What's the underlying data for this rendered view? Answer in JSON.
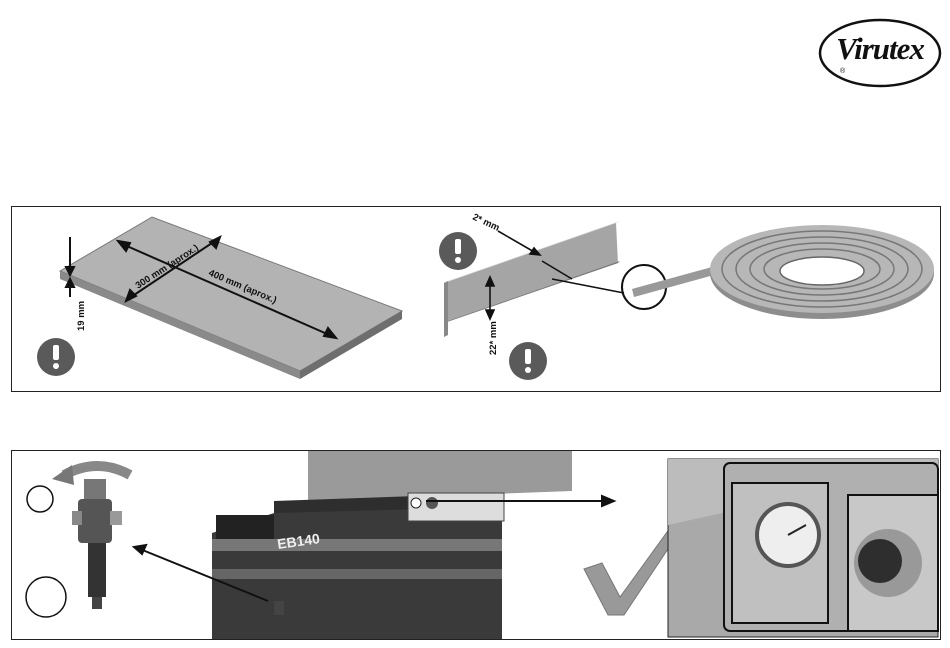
{
  "brand": {
    "name": "Virutex",
    "registered": "®"
  },
  "panel_board": {
    "dim_length": "400 mm (aprox.)",
    "dim_width": "300 mm (aprox.)",
    "dim_thickness": "19 mm",
    "warning_icon": "exclamation-icon"
  },
  "panel_edge": {
    "dim_edge_thickness": "2* mm",
    "dim_edge_height": "22* mm",
    "warning_icon": "exclamation-icon",
    "coil_icon": "edge-band-coil-icon"
  },
  "panel_machine": {
    "model_label": "EB140",
    "rotate_icon": "rotate-arrow-icon",
    "check_icon": "checkmark-icon",
    "gauge_icon": "pressure-gauge-icon"
  },
  "colors": {
    "board": "#b0b0b0",
    "warning": "#5a5a5a",
    "machine_dark": "#333333"
  }
}
